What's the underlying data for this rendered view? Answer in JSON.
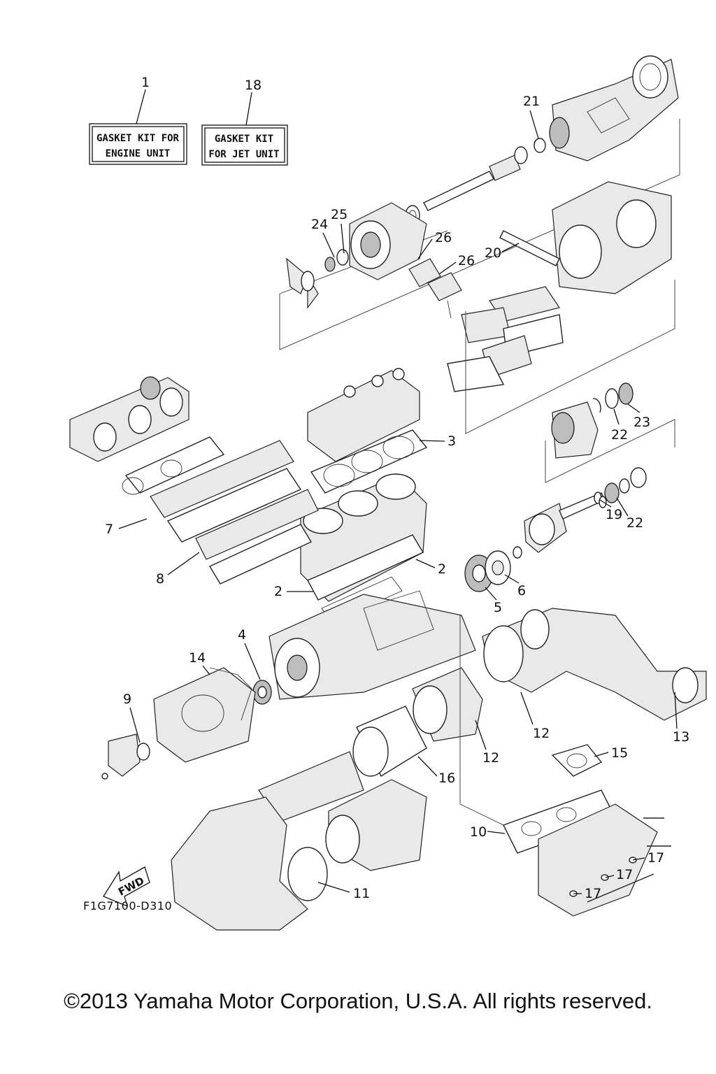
{
  "kits": {
    "engine": {
      "number": "1",
      "line1": "GASKET KIT FOR",
      "line2": "ENGINE UNIT"
    },
    "jet": {
      "number": "18",
      "line1": "GASKET KIT",
      "line2": "FOR JET UNIT"
    }
  },
  "callouts": {
    "c2a": "2",
    "c2b": "2",
    "c3": "3",
    "c4": "4",
    "c5": "5",
    "c6": "6",
    "c7": "7",
    "c8": "8",
    "c9": "9",
    "c10": "10",
    "c11": "11",
    "c12a": "12",
    "c12b": "12",
    "c13": "13",
    "c14": "14",
    "c15": "15",
    "c16": "16",
    "c17a": "17",
    "c17b": "17",
    "c17c": "17",
    "c19": "19",
    "c20": "20",
    "c21": "21",
    "c22a": "22",
    "c22b": "22",
    "c23": "23",
    "c24": "24",
    "c25": "25",
    "c26a": "26",
    "c26b": "26"
  },
  "fwd_label": "FWD",
  "diagram_code": "F1G7100-D310",
  "copyright": "©2013 Yamaha Motor Corporation, U.S.A. All rights reserved."
}
